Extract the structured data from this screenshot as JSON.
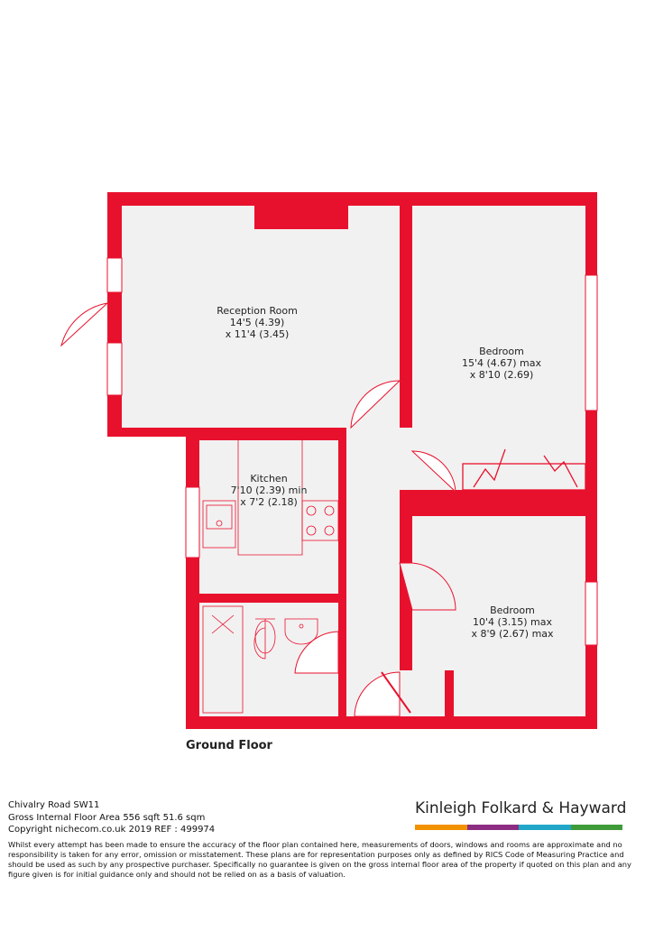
{
  "rooms": {
    "reception": {
      "name": "Reception Room",
      "dim1": "14'5 (4.39)",
      "dim2": "x 11'4 (3.45)"
    },
    "bedroom1": {
      "name": "Bedroom",
      "dim1": "15'4 (4.67) max",
      "dim2": "x 8'10 (2.69)"
    },
    "kitchen": {
      "name": "Kitchen",
      "dim1": "7'10 (2.39) min",
      "dim2": "x 7'2 (2.18)"
    },
    "bedroom2": {
      "name": "Bedroom",
      "dim1": "10'4 (3.15) max",
      "dim2": "x 8'9 (2.67) max"
    }
  },
  "floor_label": "Ground Floor",
  "footer": {
    "address": "Chivalry Road  SW11",
    "area": "Gross Internal Floor Area 556 sqft 51.6 sqm",
    "copyright": "Copyright nichecom.co.uk 2019 REF : 499974",
    "disclaimer": "Whilst every attempt has been made to ensure the accuracy of the floor plan contained here, measurements of doors, windows and rooms are approximate and no responsibility is taken for any error, omission or misstatement.  These plans are for representation purposes only as defined by RICS Code of Measuring Practice and should be used as such by any prospective purchaser.  Specifically no guarantee is given on the gross internal floor area of the property if quoted on this plan and any figure given is for initial guidance only and should not be relied on as a basis of valuation."
  },
  "brand": {
    "name": "Kinleigh Folkard & Hayward",
    "stripe_colors": [
      "#f39200",
      "#8c2d82",
      "#21a6c8",
      "#3f9b3a"
    ]
  },
  "colors": {
    "wall": "#e8112d",
    "floor": "#f2f1f1",
    "line": "#e8112d"
  }
}
